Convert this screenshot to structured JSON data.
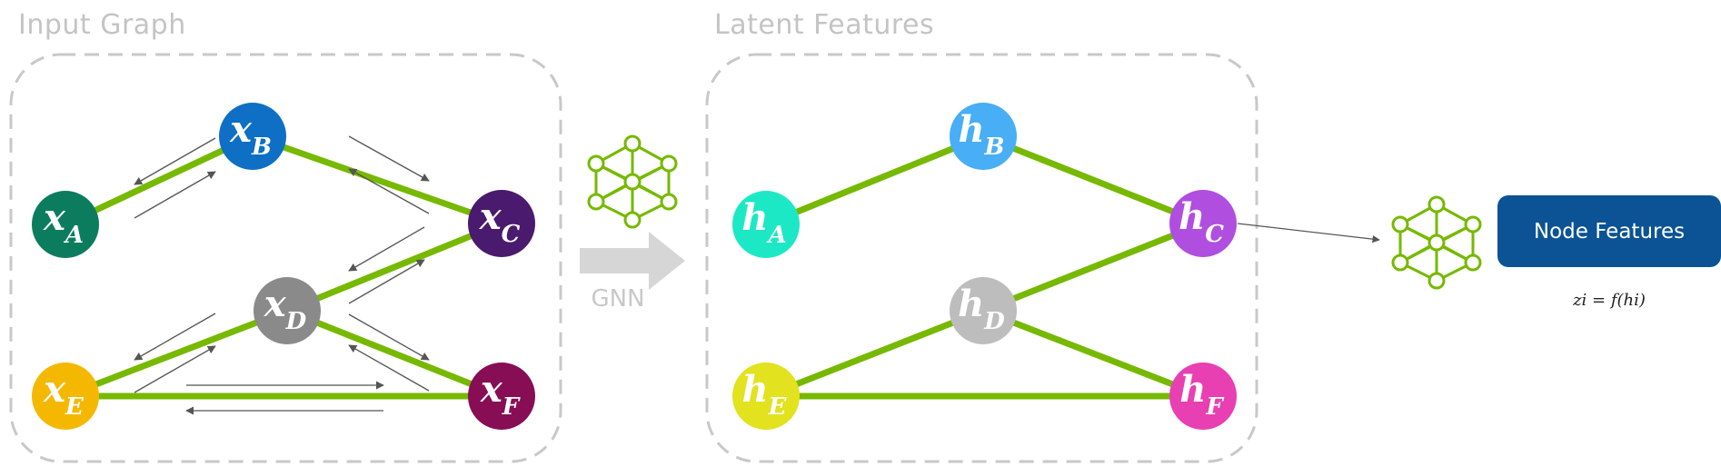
{
  "panels": {
    "input_title": "Input Graph",
    "latent_title": "Latent Features"
  },
  "arrow_label": "GNN",
  "input_nodes": [
    {
      "id": "A",
      "var": "x",
      "sub": "A",
      "color": "#0b7d5e"
    },
    {
      "id": "B",
      "var": "x",
      "sub": "B",
      "color": "#0e6fc4"
    },
    {
      "id": "C",
      "var": "x",
      "sub": "C",
      "color": "#4a1a6e"
    },
    {
      "id": "D",
      "var": "x",
      "sub": "D",
      "color": "#8a8a8a"
    },
    {
      "id": "E",
      "var": "x",
      "sub": "E",
      "color": "#f5b800"
    },
    {
      "id": "F",
      "var": "x",
      "sub": "F",
      "color": "#870d55"
    }
  ],
  "latent_nodes": [
    {
      "id": "A",
      "var": "h",
      "sub": "A",
      "color": "#1de8c5"
    },
    {
      "id": "B",
      "var": "h",
      "sub": "B",
      "color": "#48aef5"
    },
    {
      "id": "C",
      "var": "h",
      "sub": "C",
      "color": "#b04ee0"
    },
    {
      "id": "D",
      "var": "h",
      "sub": "D",
      "color": "#bdbdbd"
    },
    {
      "id": "E",
      "var": "h",
      "sub": "E",
      "color": "#e2e21e"
    },
    {
      "id": "F",
      "var": "h",
      "sub": "F",
      "color": "#e83fb2"
    }
  ],
  "edges": [
    [
      "A",
      "B"
    ],
    [
      "B",
      "C"
    ],
    [
      "C",
      "D"
    ],
    [
      "D",
      "E"
    ],
    [
      "D",
      "F"
    ],
    [
      "E",
      "F"
    ]
  ],
  "colors": {
    "edge": "#76b900",
    "dashed_border": "#c8c8c8",
    "nn_icon": "#76b900",
    "output_box": "#0b5394"
  },
  "output": {
    "label": "Node Features",
    "formula": "zi = f(hi)"
  },
  "icons": [
    "neural-network-icon",
    "neural-network-icon",
    "gnn-arrow-icon"
  ]
}
